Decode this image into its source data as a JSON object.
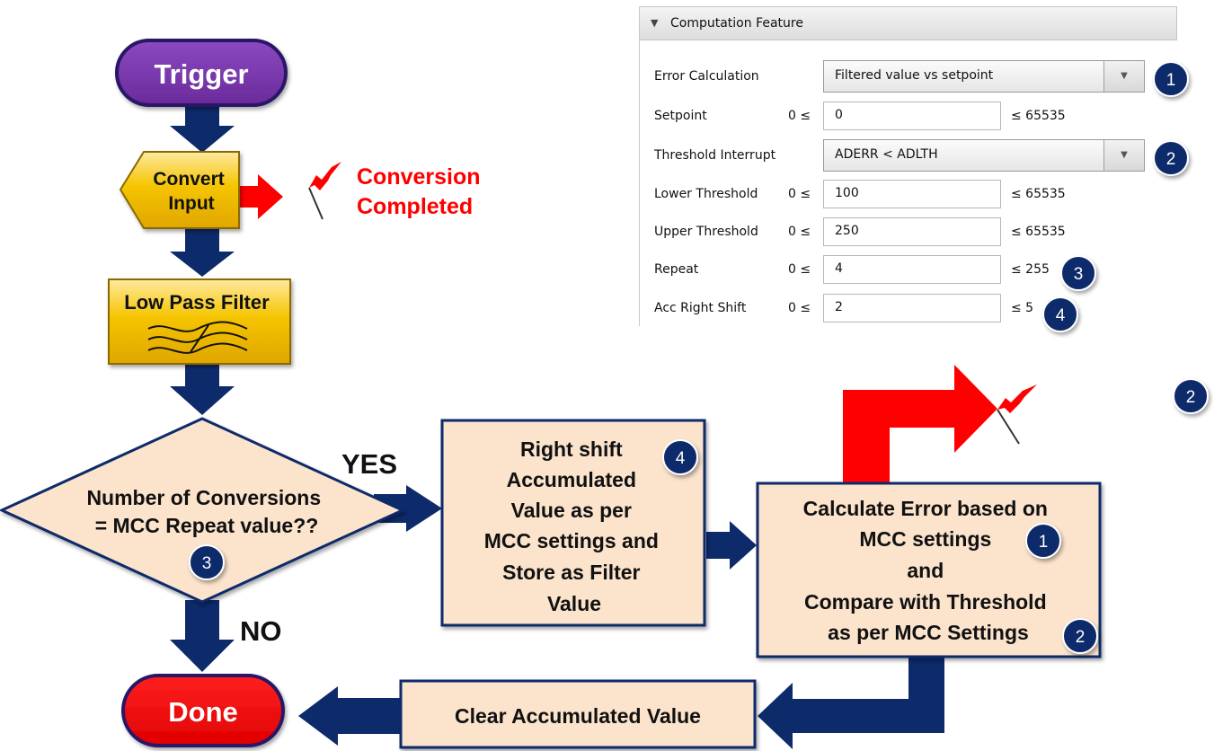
{
  "flowchart": {
    "trigger": "Trigger",
    "convert_input": [
      "Convert",
      "Input"
    ],
    "conversion_completed": [
      "Conversion",
      "Completed"
    ],
    "low_pass_filter": "Low Pass Filter",
    "decision": [
      "Number of Conversions",
      "= MCC Repeat value??"
    ],
    "yes": "YES",
    "no": "NO",
    "right_shift": [
      "Right shift",
      "Accumulated",
      "Value as per",
      "MCC settings and",
      "Store as Filter",
      "Value"
    ],
    "calculate_error": [
      "Calculate Error based on",
      "MCC settings",
      "and",
      "Compare with Threshold",
      "as per MCC Settings"
    ],
    "clear_accumulated": "Clear Accumulated Value",
    "done": "Done"
  },
  "badges": {
    "error_calc": "1",
    "threshold_interrupt": "2",
    "repeat": "3",
    "acc_right_shift": "4",
    "floating": "2",
    "right_shift": "4",
    "decision": "3",
    "calculate": "1",
    "compare": "2"
  },
  "panel": {
    "title": "Computation Feature",
    "error_calculation": {
      "label": "Error Calculation",
      "value": "Filtered value vs setpoint"
    },
    "setpoint": {
      "label": "Setpoint",
      "min": "0 ≤",
      "value": "0",
      "max": "≤ 65535"
    },
    "threshold_interrupt": {
      "label": "Threshold Interrupt",
      "value": "ADERR < ADLTH"
    },
    "lower_threshold": {
      "label": "Lower Threshold",
      "min": "0 ≤",
      "value": "100",
      "max": "≤ 65535"
    },
    "upper_threshold": {
      "label": "Upper Threshold",
      "min": "0 ≤",
      "value": "250",
      "max": "≤ 65535"
    },
    "repeat": {
      "label": "Repeat",
      "min": "0 ≤",
      "value": "4",
      "max": "≤ 255"
    },
    "acc_right_shift": {
      "label": "Acc Right Shift",
      "min": "0 ≤",
      "value": "2",
      "max": "≤ 5"
    }
  },
  "colors": {
    "navy": "#0d2a6b",
    "trigger_purple": "#7030a0",
    "done_red": "#ff0000",
    "box_fill": "#fbe3cc",
    "box_border": "#0d2a6b",
    "yellow": "#f5c400",
    "red_text": "#ff0000"
  }
}
